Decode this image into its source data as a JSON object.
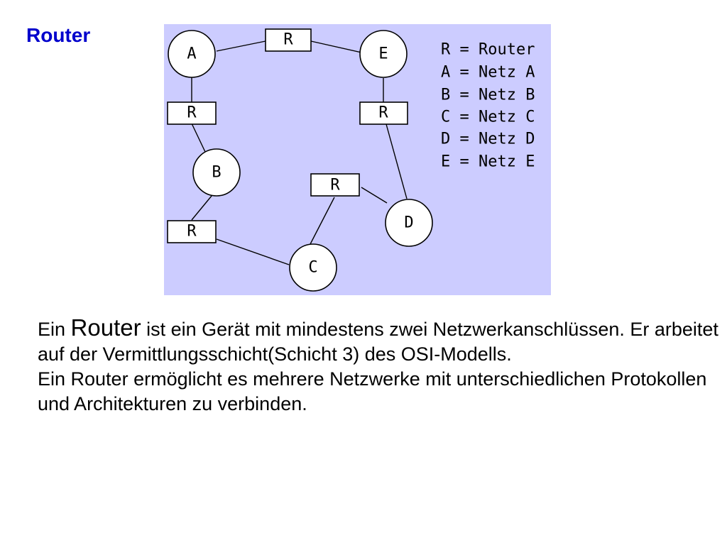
{
  "slide": {
    "title": "Router"
  },
  "diagram": {
    "background_color": "#ccccff",
    "nodes": {
      "a": "A",
      "b": "B",
      "c": "C",
      "d": "D",
      "e": "E"
    },
    "router_label": "R",
    "legend": [
      "R = Router",
      "A = Netz A",
      "B = Netz B",
      "C = Netz C",
      "D = Netz D",
      "E = Netz E"
    ]
  },
  "body": {
    "para1_pre": "Ein ",
    "para1_highlight": "Router",
    "para1_post": " ist ein Gerät mit mindestens zwei Netzwerkanschlüssen. Er arbeitet auf der Vermittlungsschicht(Schicht 3) des OSI-Modells.",
    "para2": "Ein Router ermöglicht es mehrere Netzwerke mit unterschiedlichen Protokollen und Architekturen zu verbinden."
  }
}
